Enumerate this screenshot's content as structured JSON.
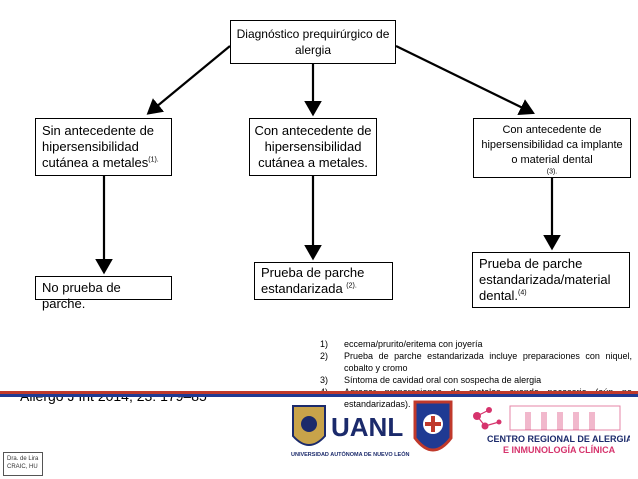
{
  "diagram": {
    "top": "Diagnóstico prequirúrgico de alergia",
    "left_condition": {
      "text": "Sin antecedente de hipersensibilidad cutánea a metales",
      "ref": "(1)."
    },
    "middle_condition": {
      "text": "Con antecedente de hipersensibilidad cutánea a metales."
    },
    "right_condition": {
      "text": "Con antecedente de hipersensibilidad ca implante o material dental",
      "ref": "(3)."
    },
    "left_result": {
      "text": "No prueba de parche."
    },
    "middle_result": {
      "text": "Prueba de parche estandarizada",
      "ref": "(2)."
    },
    "right_result": {
      "text": "Prueba de parche estandarizada/material dental.",
      "ref": "(4)"
    }
  },
  "notes": [
    {
      "num": "1)",
      "text": "eccema/prurito/eritema con joyería"
    },
    {
      "num": "2)",
      "text": "Prueba de parche estandarizada incluye preparaciones con niquel, cobalto y cromo"
    },
    {
      "num": "3)",
      "text": "Síntoma de cavidad oral con sospecha de alergia"
    },
    {
      "num": "4)",
      "text": "Agregar preparaciones de metales cuando necesario (aún no estandarizadas)."
    }
  ],
  "citation": "Allergo J Int 2014; 23: 179–85",
  "signature": "Dra. de Lira CRAIC, HU",
  "logos": {
    "uanl": "UANL",
    "uanl_sub": "UNIVERSIDAD AUTÓNOMA DE NUEVO LEÓN",
    "craic_line1": "CENTRO REGIONAL DE ALERGIA",
    "craic_line2": "E INMUNOLOGÍA CLÍNICA"
  },
  "colors": {
    "footer_red": "#c0392b",
    "footer_blue": "#1f3a93",
    "logo_pink": "#d6336c",
    "uanl_blue": "#1b2a6b",
    "uanl_gold": "#c8a34a"
  }
}
